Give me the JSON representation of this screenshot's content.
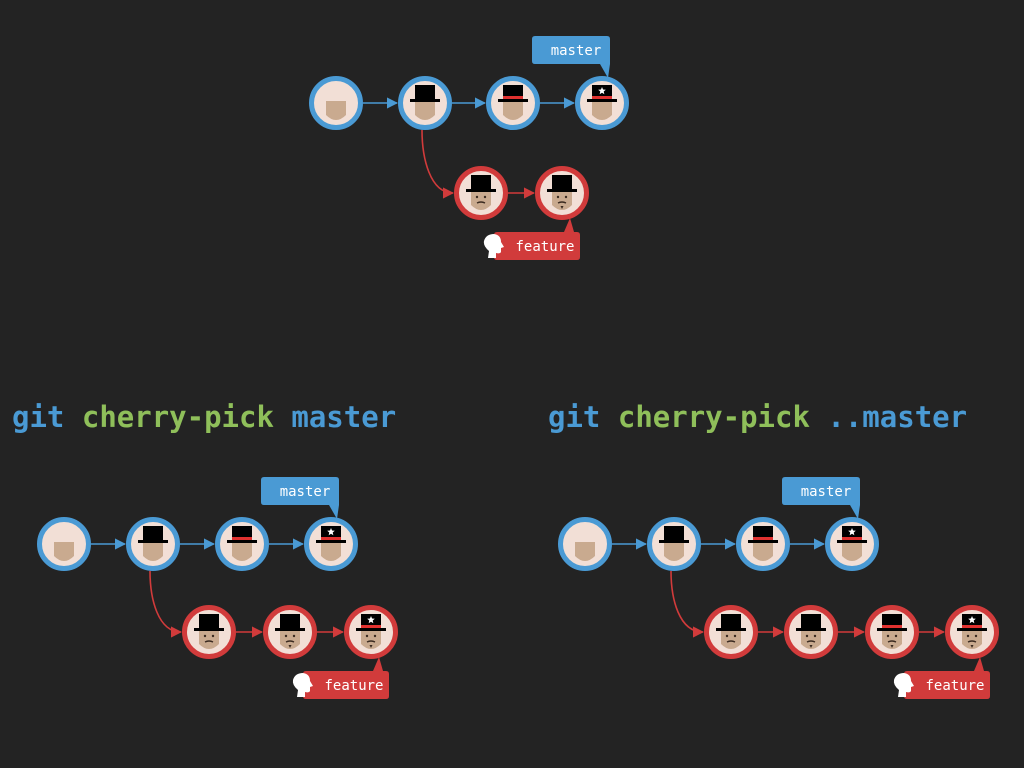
{
  "colors": {
    "background": "#232323",
    "master": "#4a9ad4",
    "feature": "#d13b3b",
    "face": "#c9aa8f",
    "face_bg": "#f2dfd6",
    "hat": "#000000",
    "hat_band": "#e0312f",
    "command_keyword": "#4a9ad4",
    "command_subcommand": "#8fbf5a"
  },
  "diagrams": [
    {
      "id": "top",
      "master_label": "master",
      "feature_label": "feature",
      "master_commits": [
        {
          "face": "plain",
          "hat": "none"
        },
        {
          "face": "plain",
          "hat": "tophat"
        },
        {
          "face": "plain",
          "hat": "tophat-band"
        },
        {
          "face": "plain",
          "hat": "tophat-band-star"
        }
      ],
      "feature_commits": [
        {
          "face": "mustache",
          "hat": "tophat"
        },
        {
          "face": "goatee",
          "hat": "tophat"
        }
      ]
    },
    {
      "id": "bottom-left",
      "command": {
        "git": "git",
        "subcommand": "cherry-pick",
        "arg": "master"
      },
      "master_label": "master",
      "feature_label": "feature",
      "master_commits": [
        {
          "face": "plain",
          "hat": "none"
        },
        {
          "face": "plain",
          "hat": "tophat"
        },
        {
          "face": "plain",
          "hat": "tophat-band"
        },
        {
          "face": "plain",
          "hat": "tophat-band-star"
        }
      ],
      "feature_commits": [
        {
          "face": "mustache",
          "hat": "tophat"
        },
        {
          "face": "goatee",
          "hat": "tophat"
        },
        {
          "face": "goatee",
          "hat": "tophat-band-star"
        }
      ]
    },
    {
      "id": "bottom-right",
      "command": {
        "git": "git",
        "subcommand": "cherry-pick",
        "arg": "..master"
      },
      "master_label": "master",
      "feature_label": "feature",
      "master_commits": [
        {
          "face": "plain",
          "hat": "none"
        },
        {
          "face": "plain",
          "hat": "tophat"
        },
        {
          "face": "plain",
          "hat": "tophat-band"
        },
        {
          "face": "plain",
          "hat": "tophat-band-star"
        }
      ],
      "feature_commits": [
        {
          "face": "mustache",
          "hat": "tophat"
        },
        {
          "face": "goatee",
          "hat": "tophat"
        },
        {
          "face": "goatee",
          "hat": "tophat-band"
        },
        {
          "face": "goatee",
          "hat": "tophat-band-star"
        }
      ]
    }
  ]
}
